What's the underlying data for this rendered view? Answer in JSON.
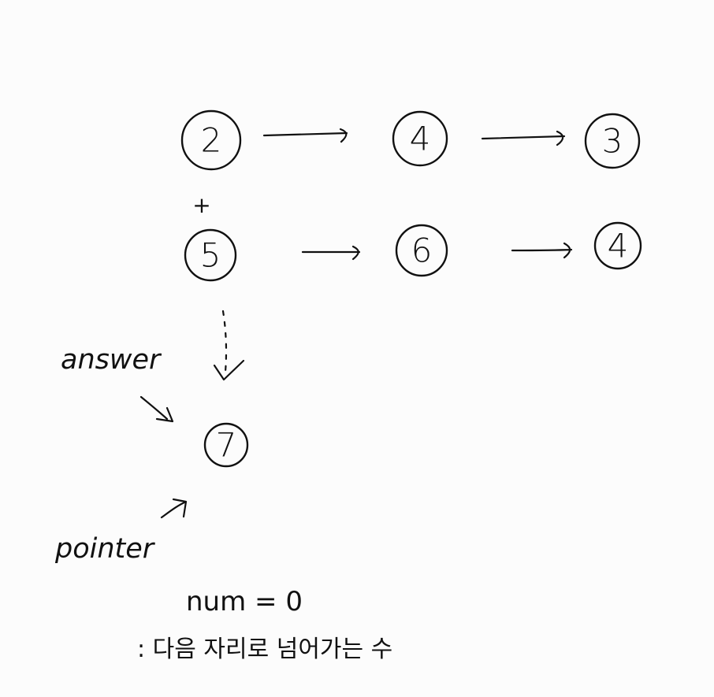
{
  "diagram": {
    "list1": {
      "nodes": [
        {
          "value": "2"
        },
        {
          "value": "4"
        },
        {
          "value": "3"
        }
      ]
    },
    "operator": "+",
    "list2": {
      "nodes": [
        {
          "value": "5"
        },
        {
          "value": "6"
        },
        {
          "value": "4"
        }
      ]
    },
    "result": {
      "node": {
        "value": "7"
      }
    },
    "answer_label": "answer",
    "pointer_label": "pointer",
    "num_label": "num = 0",
    "note_label": ": 다음 자리로 넘어가는 수"
  }
}
